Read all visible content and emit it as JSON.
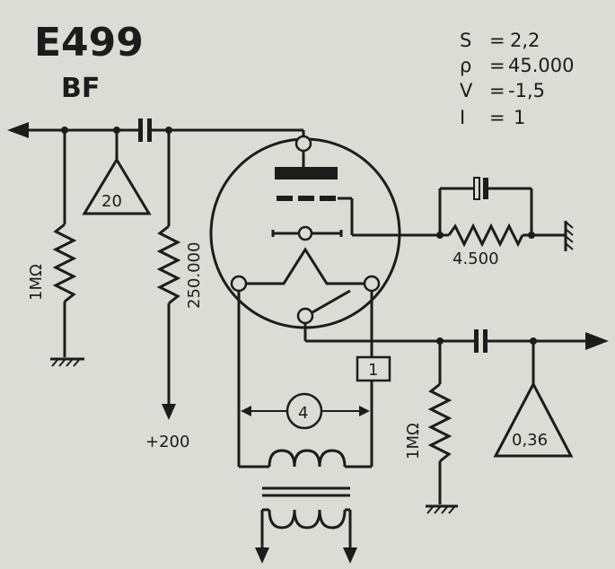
{
  "header": {
    "tube_type": "E499",
    "function": "BF"
  },
  "parameters": [
    {
      "symbol": "S",
      "sep": "=",
      "value": "2,2"
    },
    {
      "symbol": "ρ",
      "sep": "=",
      "value": "45.000"
    },
    {
      "symbol": "V",
      "sep": "=",
      "value": "-1,5"
    },
    {
      "symbol": "I",
      "sep": "=",
      "value": "1"
    }
  ],
  "components": {
    "grid_resistor_left": "1MΩ",
    "plate_resistor": "250.000",
    "output_triangle": "20",
    "supply_voltage": "+200",
    "cathode_resistor": "4.500",
    "input_resistor": "1MΩ",
    "input_triangle": "0,36",
    "filament_box": "1",
    "filament_circle": "4"
  },
  "colors": {
    "background": "#dcdcd6",
    "ink": "#1c1c1c"
  }
}
